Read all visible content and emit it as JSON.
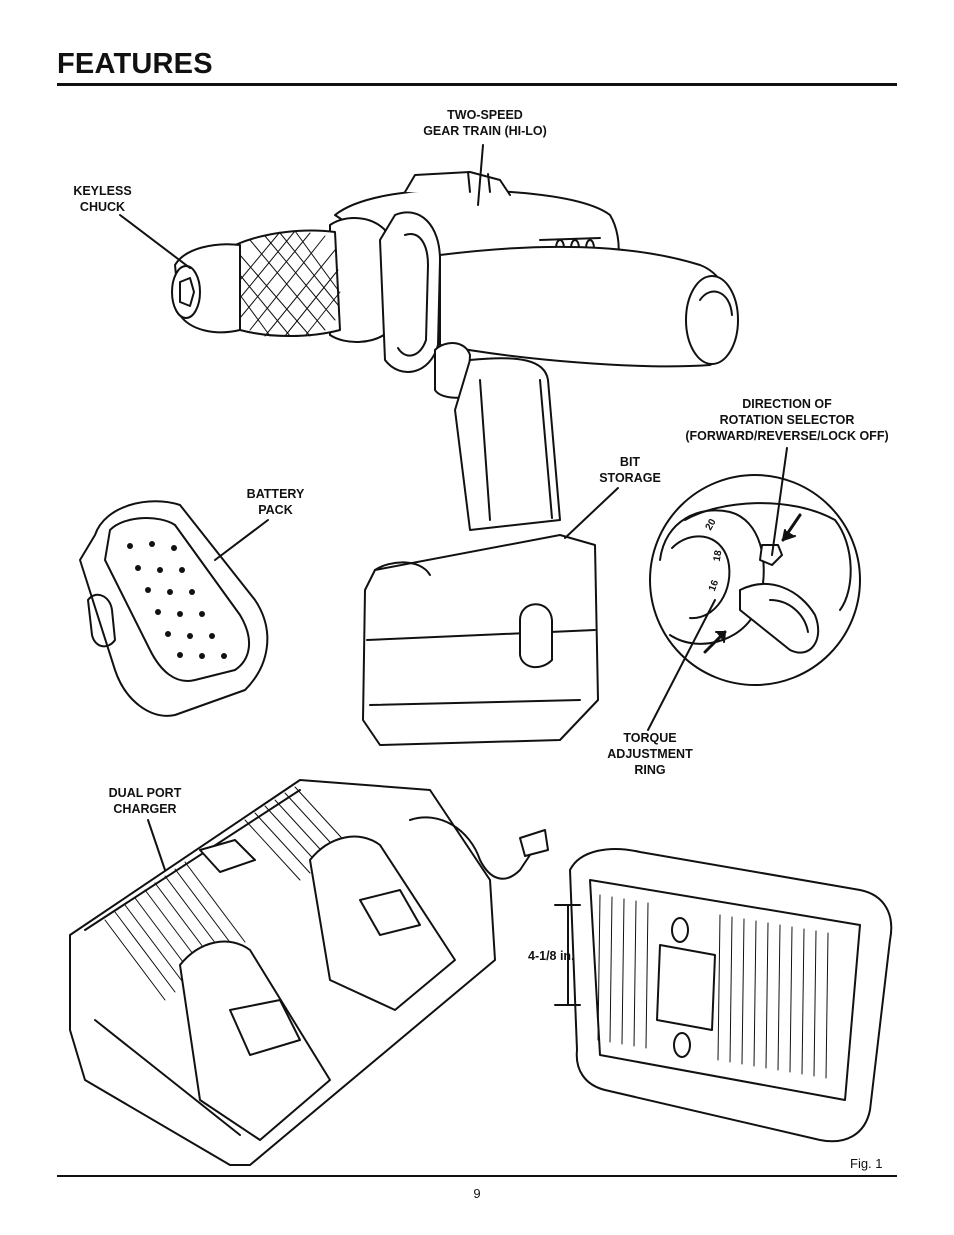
{
  "page": {
    "title": "FEATURES",
    "page_number": "9",
    "figure_label": "Fig. 1"
  },
  "callouts": {
    "two_speed": [
      "TWO-SPEED",
      "GEAR TRAIN (HI-LO)"
    ],
    "keyless_chuck": [
      "KEYLESS",
      "CHUCK"
    ],
    "battery_pack": [
      "BATTERY",
      "PACK"
    ],
    "bit_storage": [
      "BIT",
      "STORAGE"
    ],
    "direction_selector": [
      "DIRECTION OF",
      "ROTATION SELECTOR",
      "(FORWARD/REVERSE/LOCK OFF)"
    ],
    "torque_ring": [
      "TORQUE",
      "ADJUSTMENT",
      "RING"
    ],
    "dual_port_charger": [
      "DUAL PORT",
      "CHARGER"
    ],
    "dimension": "4-1/8 in."
  },
  "illustrations": {
    "drill": "cordless-drill",
    "battery": "battery-pack",
    "detail": "selector-detail",
    "charger": "dual-port-charger",
    "charger_bottom": "charger-underside"
  },
  "detail_scale_numbers": [
    "16",
    "18",
    "20"
  ]
}
